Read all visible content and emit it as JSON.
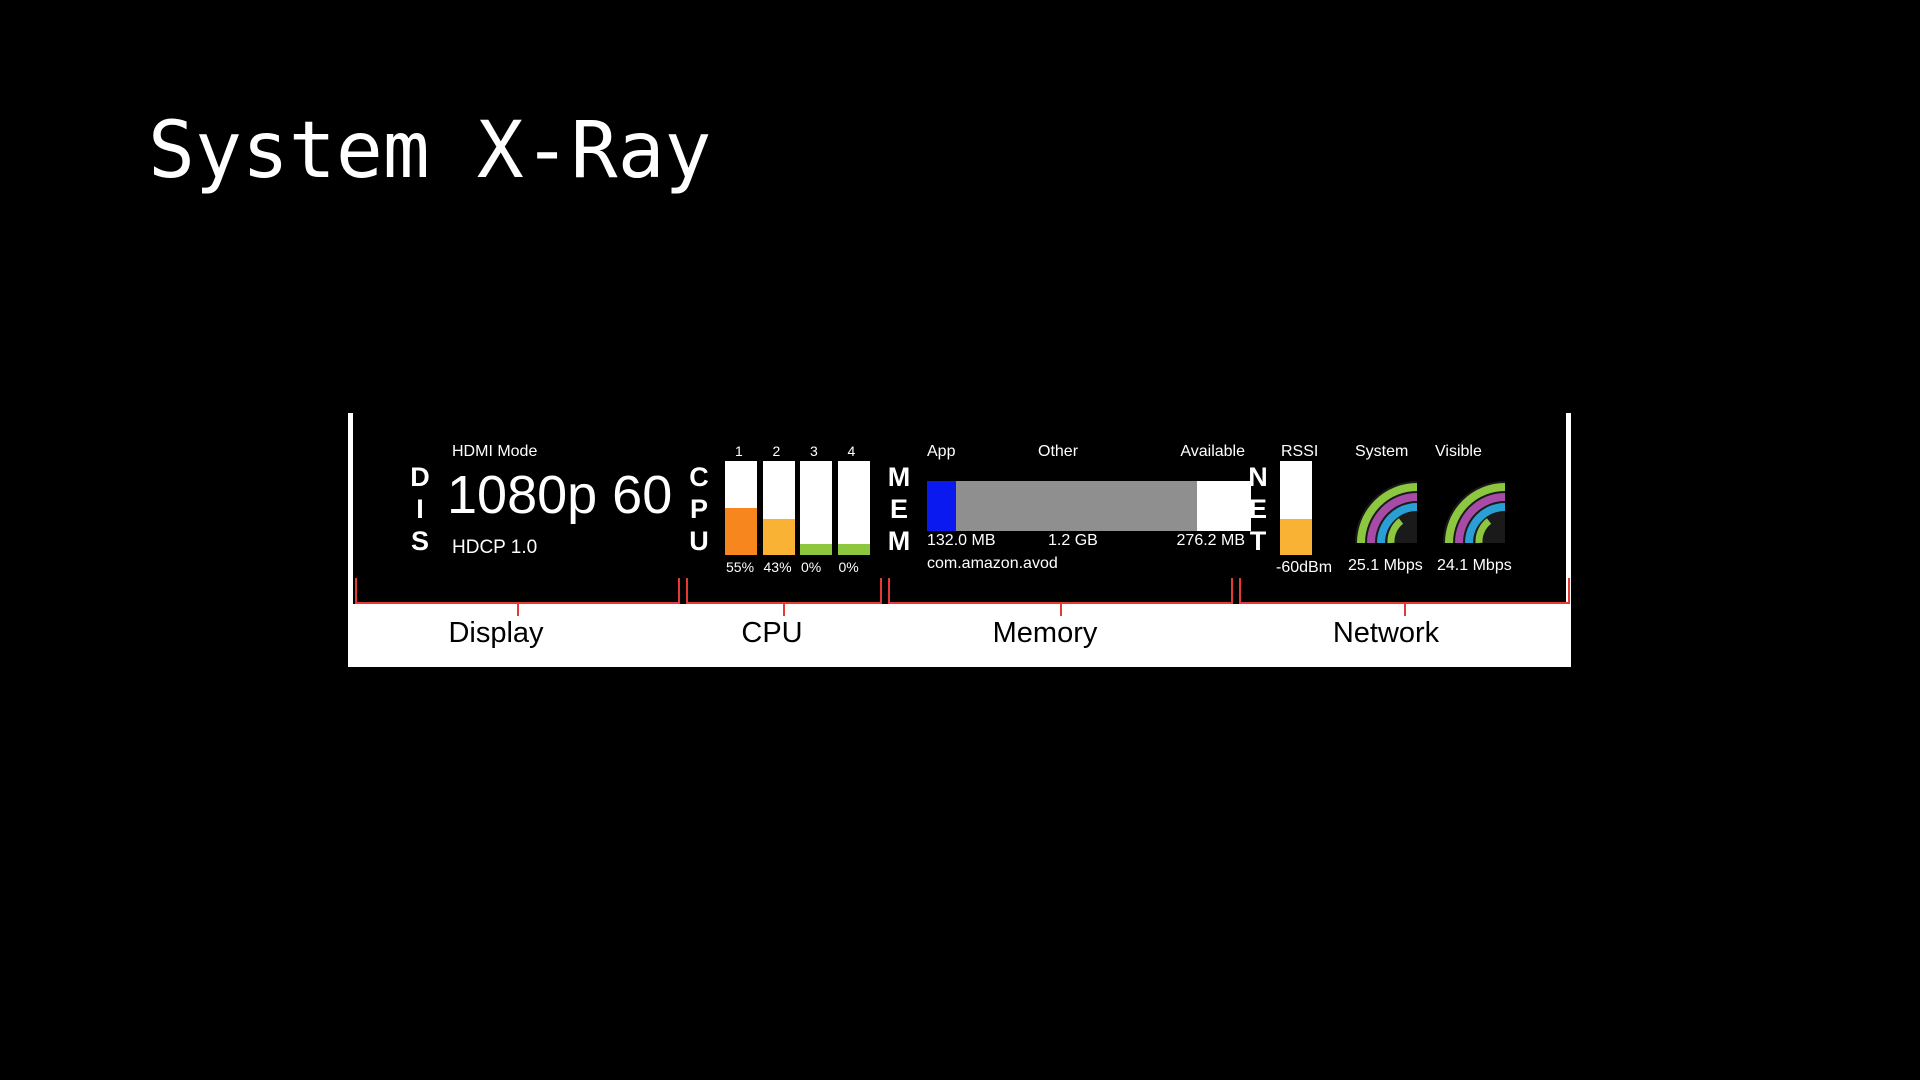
{
  "title": "System X-Ray",
  "display": {
    "side_label": [
      "D",
      "I",
      "S"
    ],
    "mode_label": "HDMI Mode",
    "mode_value": "1080p 60",
    "hdcp": "HDCP 1.0"
  },
  "cpu": {
    "side_label": [
      "C",
      "P",
      "U"
    ],
    "cores": [
      {
        "label": "1",
        "percent_text": "55%",
        "fill": 0.5,
        "color": "#f7861e"
      },
      {
        "label": "2",
        "percent_text": "43%",
        "fill": 0.38,
        "color": "#f9b233"
      },
      {
        "label": "3",
        "percent_text": "0%",
        "fill": 0.12,
        "color": "#8dc63f"
      },
      {
        "label": "4",
        "percent_text": "0%",
        "fill": 0.12,
        "color": "#8dc63f"
      }
    ]
  },
  "memory": {
    "side_label": [
      "M",
      "E",
      "M"
    ],
    "headers": {
      "app": "App",
      "other": "Other",
      "available": "Available"
    },
    "values": {
      "app": "132.0 MB",
      "other": "1.2 GB",
      "available": "276.2 MB"
    },
    "process": "com.amazon.avod",
    "bar": [
      {
        "name": "app",
        "fraction": 0.09,
        "color": "#0a19f0"
      },
      {
        "name": "other",
        "fraction": 0.76,
        "color": "#8f8f8f"
      },
      {
        "name": "available",
        "fraction": 0.17,
        "color": "#ffffff"
      }
    ]
  },
  "network": {
    "side_label": [
      "N",
      "E",
      "T"
    ],
    "rssi_label": "RSSI",
    "rssi_value": "-60dBm",
    "rssi_fill": 0.38,
    "rssi_color": "#f9b233",
    "system_label": "System",
    "system_value": "25.1 Mbps",
    "visible_label": "Visible",
    "visible_value": "24.1 Mbps",
    "gauge_colors": [
      "#8dc63f",
      "#a64ca6",
      "#2a9fd6"
    ]
  },
  "categories": {
    "display": "Display",
    "cpu": "CPU",
    "memory": "Memory",
    "network": "Network"
  }
}
